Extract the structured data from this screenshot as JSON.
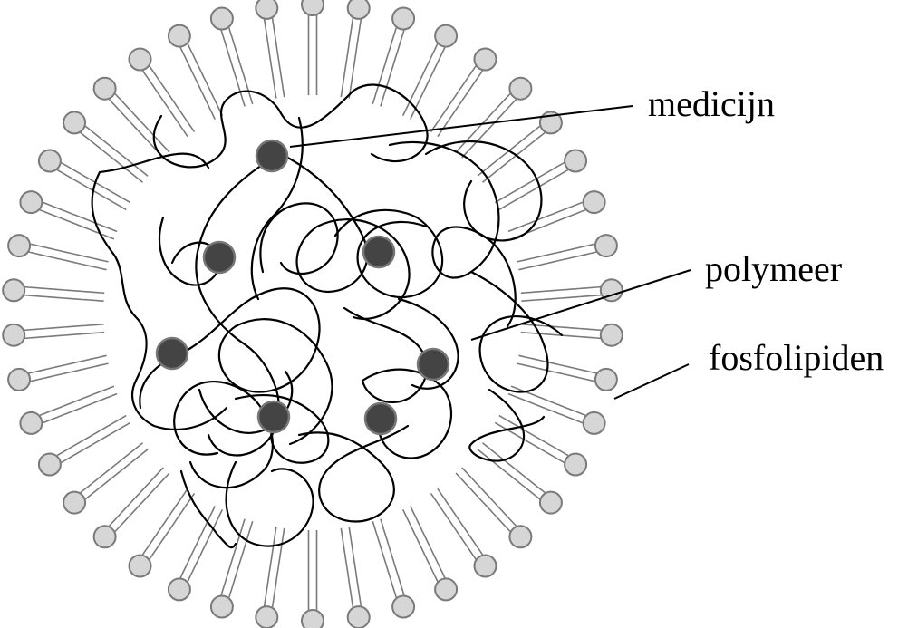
{
  "labels": {
    "medicine": "medicijn",
    "polymer": "polymeer",
    "phospholipids": "fosfolipiden"
  },
  "colors": {
    "head_fill": "#d6d6d6",
    "head_stroke": "#7a7a7a",
    "tail": "#7a7a7a",
    "polymer": "#000000",
    "drug_fill": "#444444",
    "drug_stroke": "#777777"
  },
  "counts": {
    "phospholipids": 42,
    "drug_particles": 7
  }
}
